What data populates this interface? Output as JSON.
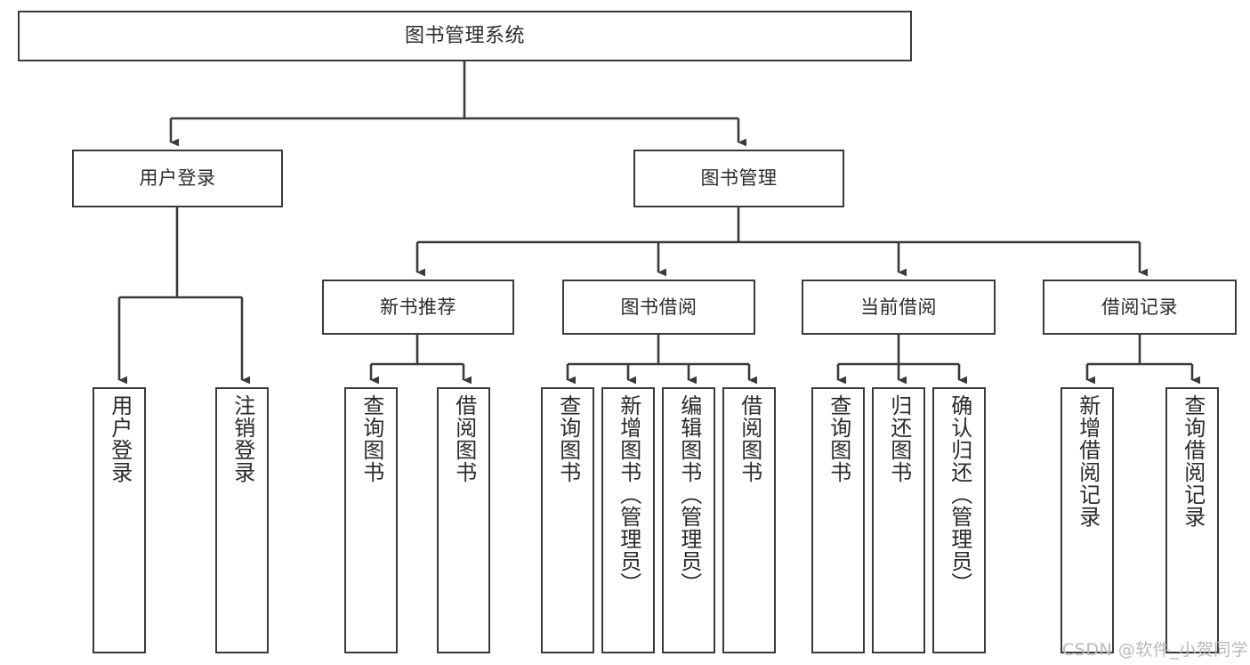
{
  "diagram": {
    "title": "图书管理系统",
    "type": "hierarchy-tree",
    "watermark": "CSDN @软件_小贺同学",
    "colors": {
      "stroke": "#3a3a3a",
      "fill": "#ffffff",
      "text": "#2b2b2b",
      "watermark": "#b9b9b9"
    },
    "nodes": {
      "root": {
        "label": "图书管理系统"
      },
      "level2": [
        {
          "id": "user-login",
          "label": "用户登录"
        },
        {
          "id": "book-manage",
          "label": "图书管理"
        }
      ],
      "level3": [
        {
          "id": "new-book-rec",
          "label": "新书推荐"
        },
        {
          "id": "book-borrow",
          "label": "图书借阅"
        },
        {
          "id": "current-borrow",
          "label": "当前借阅"
        },
        {
          "id": "borrow-record",
          "label": "借阅记录"
        }
      ],
      "leaves": {
        "user-login": [
          {
            "id": "leaf-user-login",
            "label": "用户登录"
          },
          {
            "id": "leaf-user-logout",
            "label": "注销登录"
          }
        ],
        "new-book-rec": [
          {
            "id": "leaf-query-book-1",
            "label": "查询图书"
          },
          {
            "id": "leaf-borrow-book-1",
            "label": "借阅图书"
          }
        ],
        "book-borrow": [
          {
            "id": "leaf-query-book-2",
            "label": "查询图书"
          },
          {
            "id": "leaf-add-book",
            "label": "新增图书（管理员）"
          },
          {
            "id": "leaf-edit-book",
            "label": "编辑图书（管理员）"
          },
          {
            "id": "leaf-borrow-book-2",
            "label": "借阅图书"
          }
        ],
        "current-borrow": [
          {
            "id": "leaf-query-book-3",
            "label": "查询图书"
          },
          {
            "id": "leaf-return-book",
            "label": "归还图书"
          },
          {
            "id": "leaf-confirm-return",
            "label": "确认归还（管理员）"
          }
        ],
        "borrow-record": [
          {
            "id": "leaf-add-record",
            "label": "新增借阅记录"
          },
          {
            "id": "leaf-query-record",
            "label": "查询借阅记录"
          }
        ]
      }
    }
  }
}
